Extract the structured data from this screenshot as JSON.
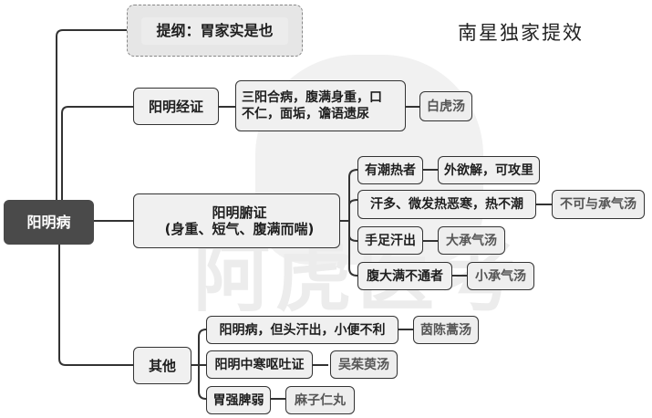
{
  "brand": "南星独家提效",
  "watermark": "阿虎医考",
  "root": "阳明病",
  "summary": "提纲：胃家实是也",
  "branches": {
    "jing": {
      "label": "阳明经证",
      "symptom_line1": "三阳合病，腹满身重，口",
      "symptom_line2": "不仁，面垢，谵语遗尿",
      "formula": "白虎汤"
    },
    "fu": {
      "label_line1": "阳明腑证",
      "label_line2": "(身重、短气、腹满而喘)",
      "children": [
        {
          "condition": "有潮热者",
          "result": "外欲解，可攻里"
        },
        {
          "condition": "汗多、微发热恶寒，热不潮",
          "result": "不可与承气汤"
        },
        {
          "condition": "手足汗出",
          "result": "大承气汤"
        },
        {
          "condition": "腹大满不通者",
          "result": "小承气汤"
        }
      ]
    },
    "other": {
      "label": "其他",
      "children": [
        {
          "condition": "阳明病，但头汗出，小便不利",
          "result": "茵陈蒿汤"
        },
        {
          "condition": "阳明中寒呕吐证",
          "result": "吴茱萸汤"
        },
        {
          "condition": "胃强脾弱",
          "result": "麻子仁丸"
        }
      ]
    }
  },
  "colors": {
    "root_bg": "#4a4a4a",
    "node_bg": "#f0f0f0",
    "line": "#333333"
  }
}
